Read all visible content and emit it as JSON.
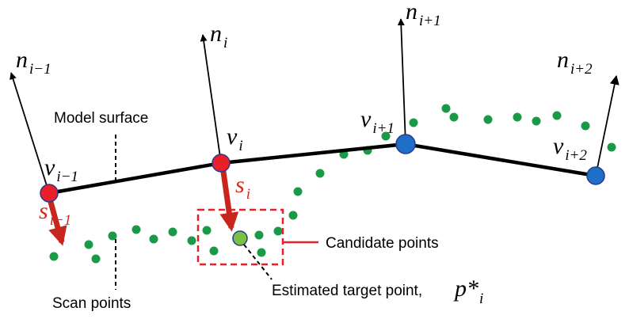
{
  "labels": {
    "model_surface": "Model surface",
    "scan_points": "Scan points",
    "candidate_points": "Candidate points",
    "estimated_target": "Estimated target point,"
  },
  "normals": [
    {
      "main": "n",
      "sub": "i−1"
    },
    {
      "main": "n",
      "sub": "i"
    },
    {
      "main": "n",
      "sub": "i+1"
    },
    {
      "main": "n",
      "sub": "i+2"
    }
  ],
  "vertices": [
    {
      "main": "v",
      "sub": "i−1"
    },
    {
      "main": "v",
      "sub": "i"
    },
    {
      "main": "v",
      "sub": "i+1"
    },
    {
      "main": "v",
      "sub": "i+2"
    }
  ],
  "search_vectors": [
    {
      "main": "s",
      "sub": "i−1"
    },
    {
      "main": "s",
      "sub": "i"
    }
  ],
  "target_symbol": {
    "main": "p*",
    "sub": "i"
  },
  "colors": {
    "surface": "#000000",
    "vertex_red": "#e8202a",
    "vertex_blue": "#1f6fc8",
    "vertex_outline": "#2a3a8c",
    "search_arrow": "#c8261c",
    "scan_point": "#1a9a48",
    "target_point": "#7cc242",
    "candidate_box": "#e8202a"
  }
}
